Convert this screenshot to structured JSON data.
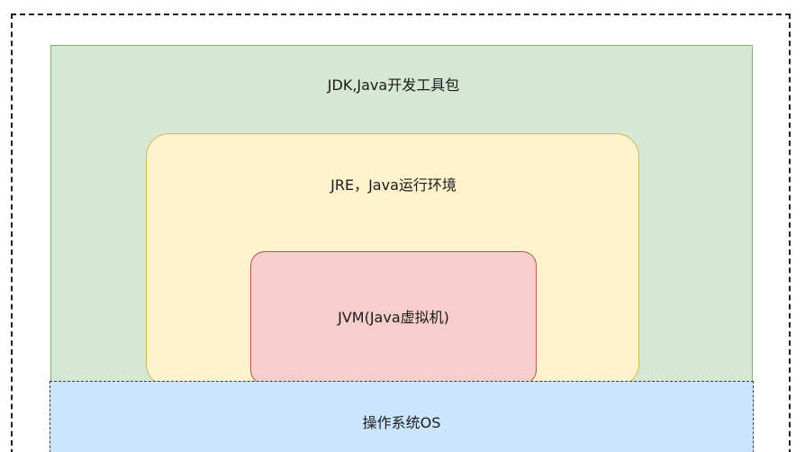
{
  "diagram": {
    "jdk": {
      "label": "JDK,Java开发工具包",
      "fill": "#d5e8d4",
      "stroke": "#82b366"
    },
    "jre": {
      "label": "JRE，Java运行环境",
      "fill": "#fff2cc",
      "stroke": "#d6b656"
    },
    "jvm": {
      "label": "JVM(Java虚拟机)",
      "fill": "#f8cecc",
      "stroke": "#b85450"
    },
    "os": {
      "label": "操作系统OS",
      "fill": "#cce5ff",
      "stroke": "#36393d"
    }
  }
}
